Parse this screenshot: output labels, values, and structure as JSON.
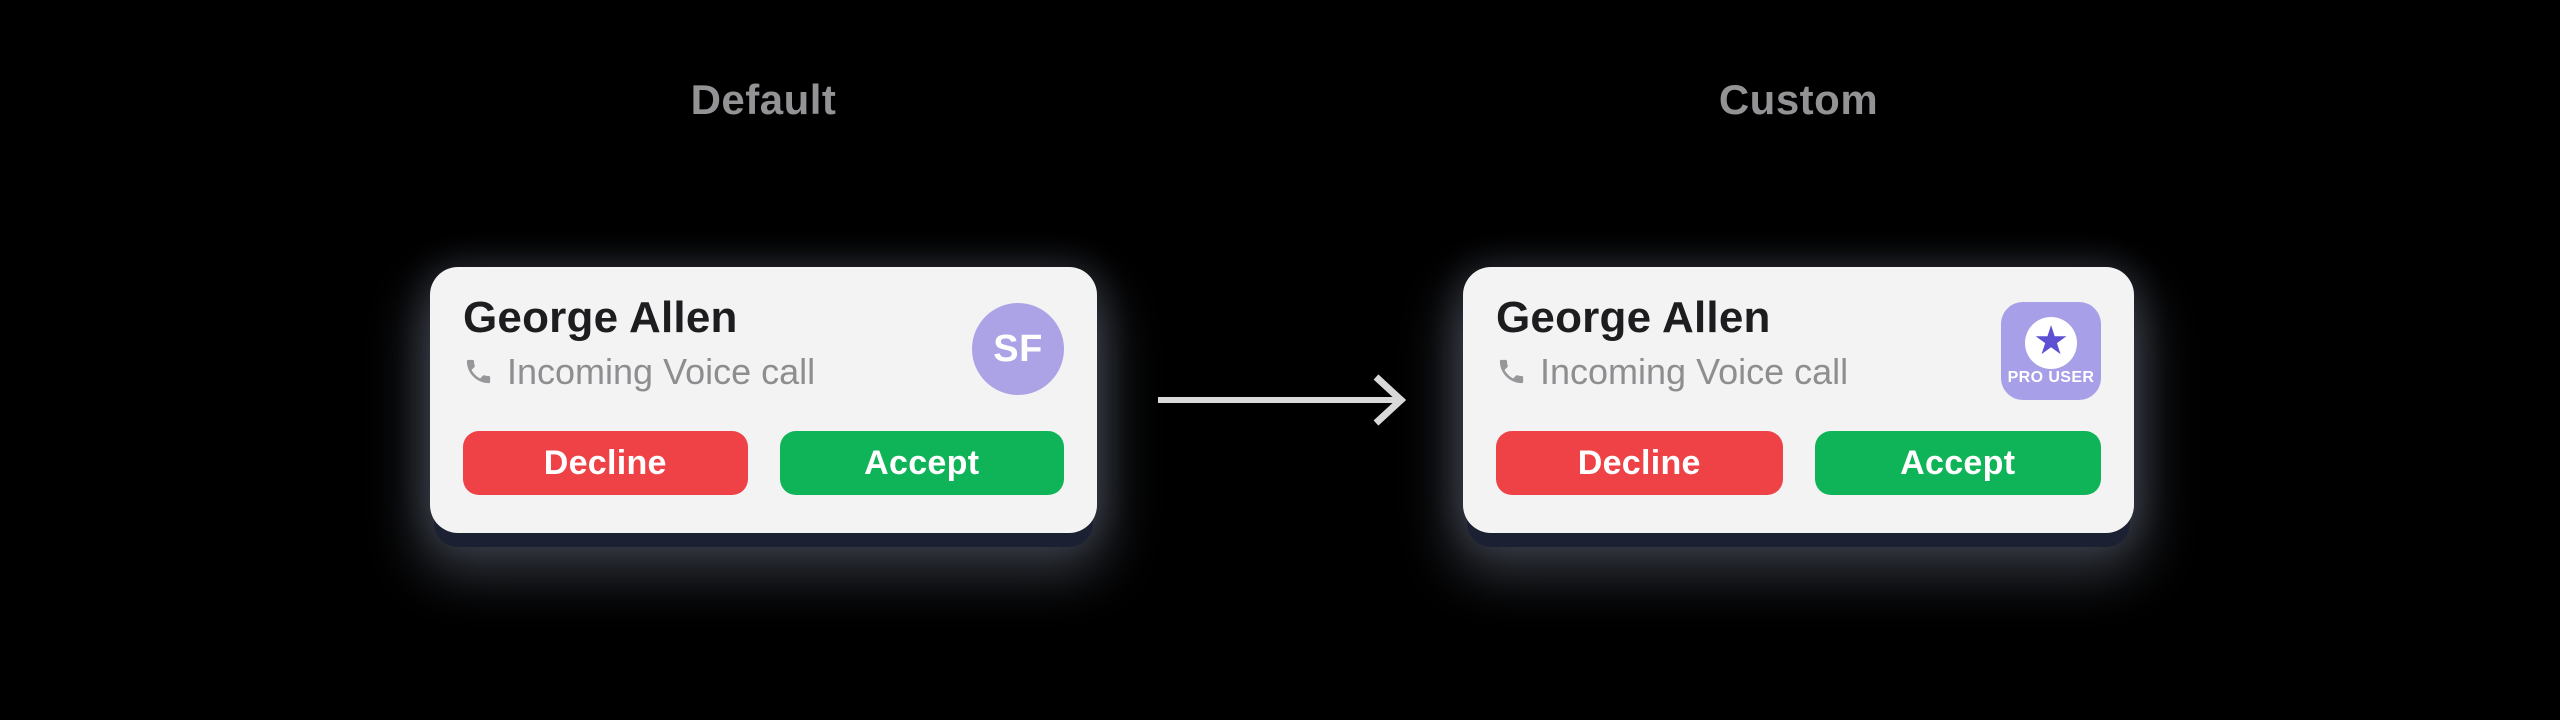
{
  "background": "#000000",
  "sections": {
    "default": {
      "title": "Default",
      "card": {
        "name": "George Allen",
        "subtitle": "Incoming Voice call",
        "avatar_initials": "SF",
        "decline_label": "Decline",
        "accept_label": "Accept"
      }
    },
    "custom": {
      "title": "Custom",
      "card": {
        "name": "George Allen",
        "subtitle": "Incoming Voice call",
        "badge_label": "PRO USER",
        "decline_label": "Decline",
        "accept_label": "Accept"
      }
    }
  },
  "icons": {
    "phone": "phone-receiver-icon",
    "star_glyph": "★",
    "arrow": "right-arrow-icon"
  },
  "colors": {
    "background": "#000000",
    "card_bg": "#f3f3f4",
    "name_text": "#1d1d20",
    "subtitle_text": "#8e8e90",
    "section_title_text": "#939396",
    "decline_button": "#ee4247",
    "accept_button": "#10b458",
    "avatar_bg": "#aba3e6",
    "badge_bg": "#a79fe7",
    "star": "#5e50d2",
    "arrow": "#d9d9d9",
    "shadow_band": "#1b2033"
  }
}
